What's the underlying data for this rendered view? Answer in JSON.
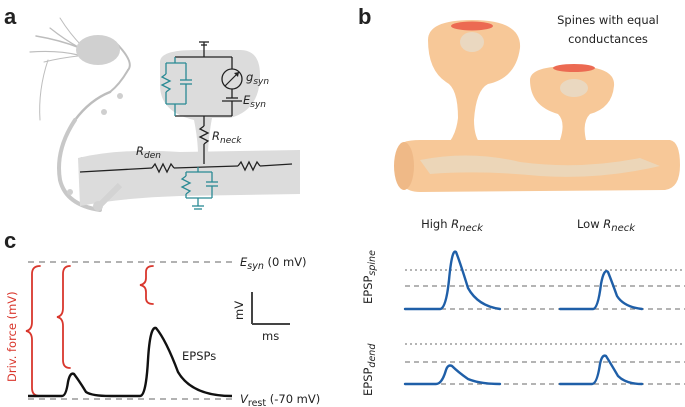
{
  "panels": {
    "a": "a",
    "b": "b",
    "c": "c"
  },
  "panel_a": {
    "g_syn": {
      "base": "g",
      "sub": "syn"
    },
    "e_syn": {
      "base": "E",
      "sub": "syn"
    },
    "r_neck": {
      "base": "R",
      "sub": "neck"
    },
    "r_den": {
      "base": "R",
      "sub": "den"
    }
  },
  "panel_b": {
    "caption_line1": "Spines with equal",
    "caption_line2": "conductances",
    "high_prefix": "High ",
    "high_r": "R",
    "high_sub": "neck",
    "low_prefix": "Low ",
    "low_r": "R",
    "low_sub": "neck",
    "epsp_spine": {
      "base": "EPSP",
      "sub": "spine"
    },
    "epsp_dend": {
      "base": "EPSP",
      "sub": "dend"
    }
  },
  "panel_c": {
    "esyn": {
      "base": "E",
      "sub": "syn",
      "rest": " (0 mV)"
    },
    "vrest": {
      "base": "V",
      "sub": "rest",
      "rest": " (-70 mV)"
    },
    "driv_force": "Driv. force (mV)",
    "scale_y": "mV",
    "scale_x": "ms",
    "epsps": "EPSPs"
  },
  "colors": {
    "circuit_teal": "#2a8a94",
    "trace_blue": "#1f5fa8",
    "red": "#d9372d",
    "dendrite_gray": "#d6d6d6",
    "spine_orange": "#f7c898",
    "spine_red": "#ec6a52"
  }
}
